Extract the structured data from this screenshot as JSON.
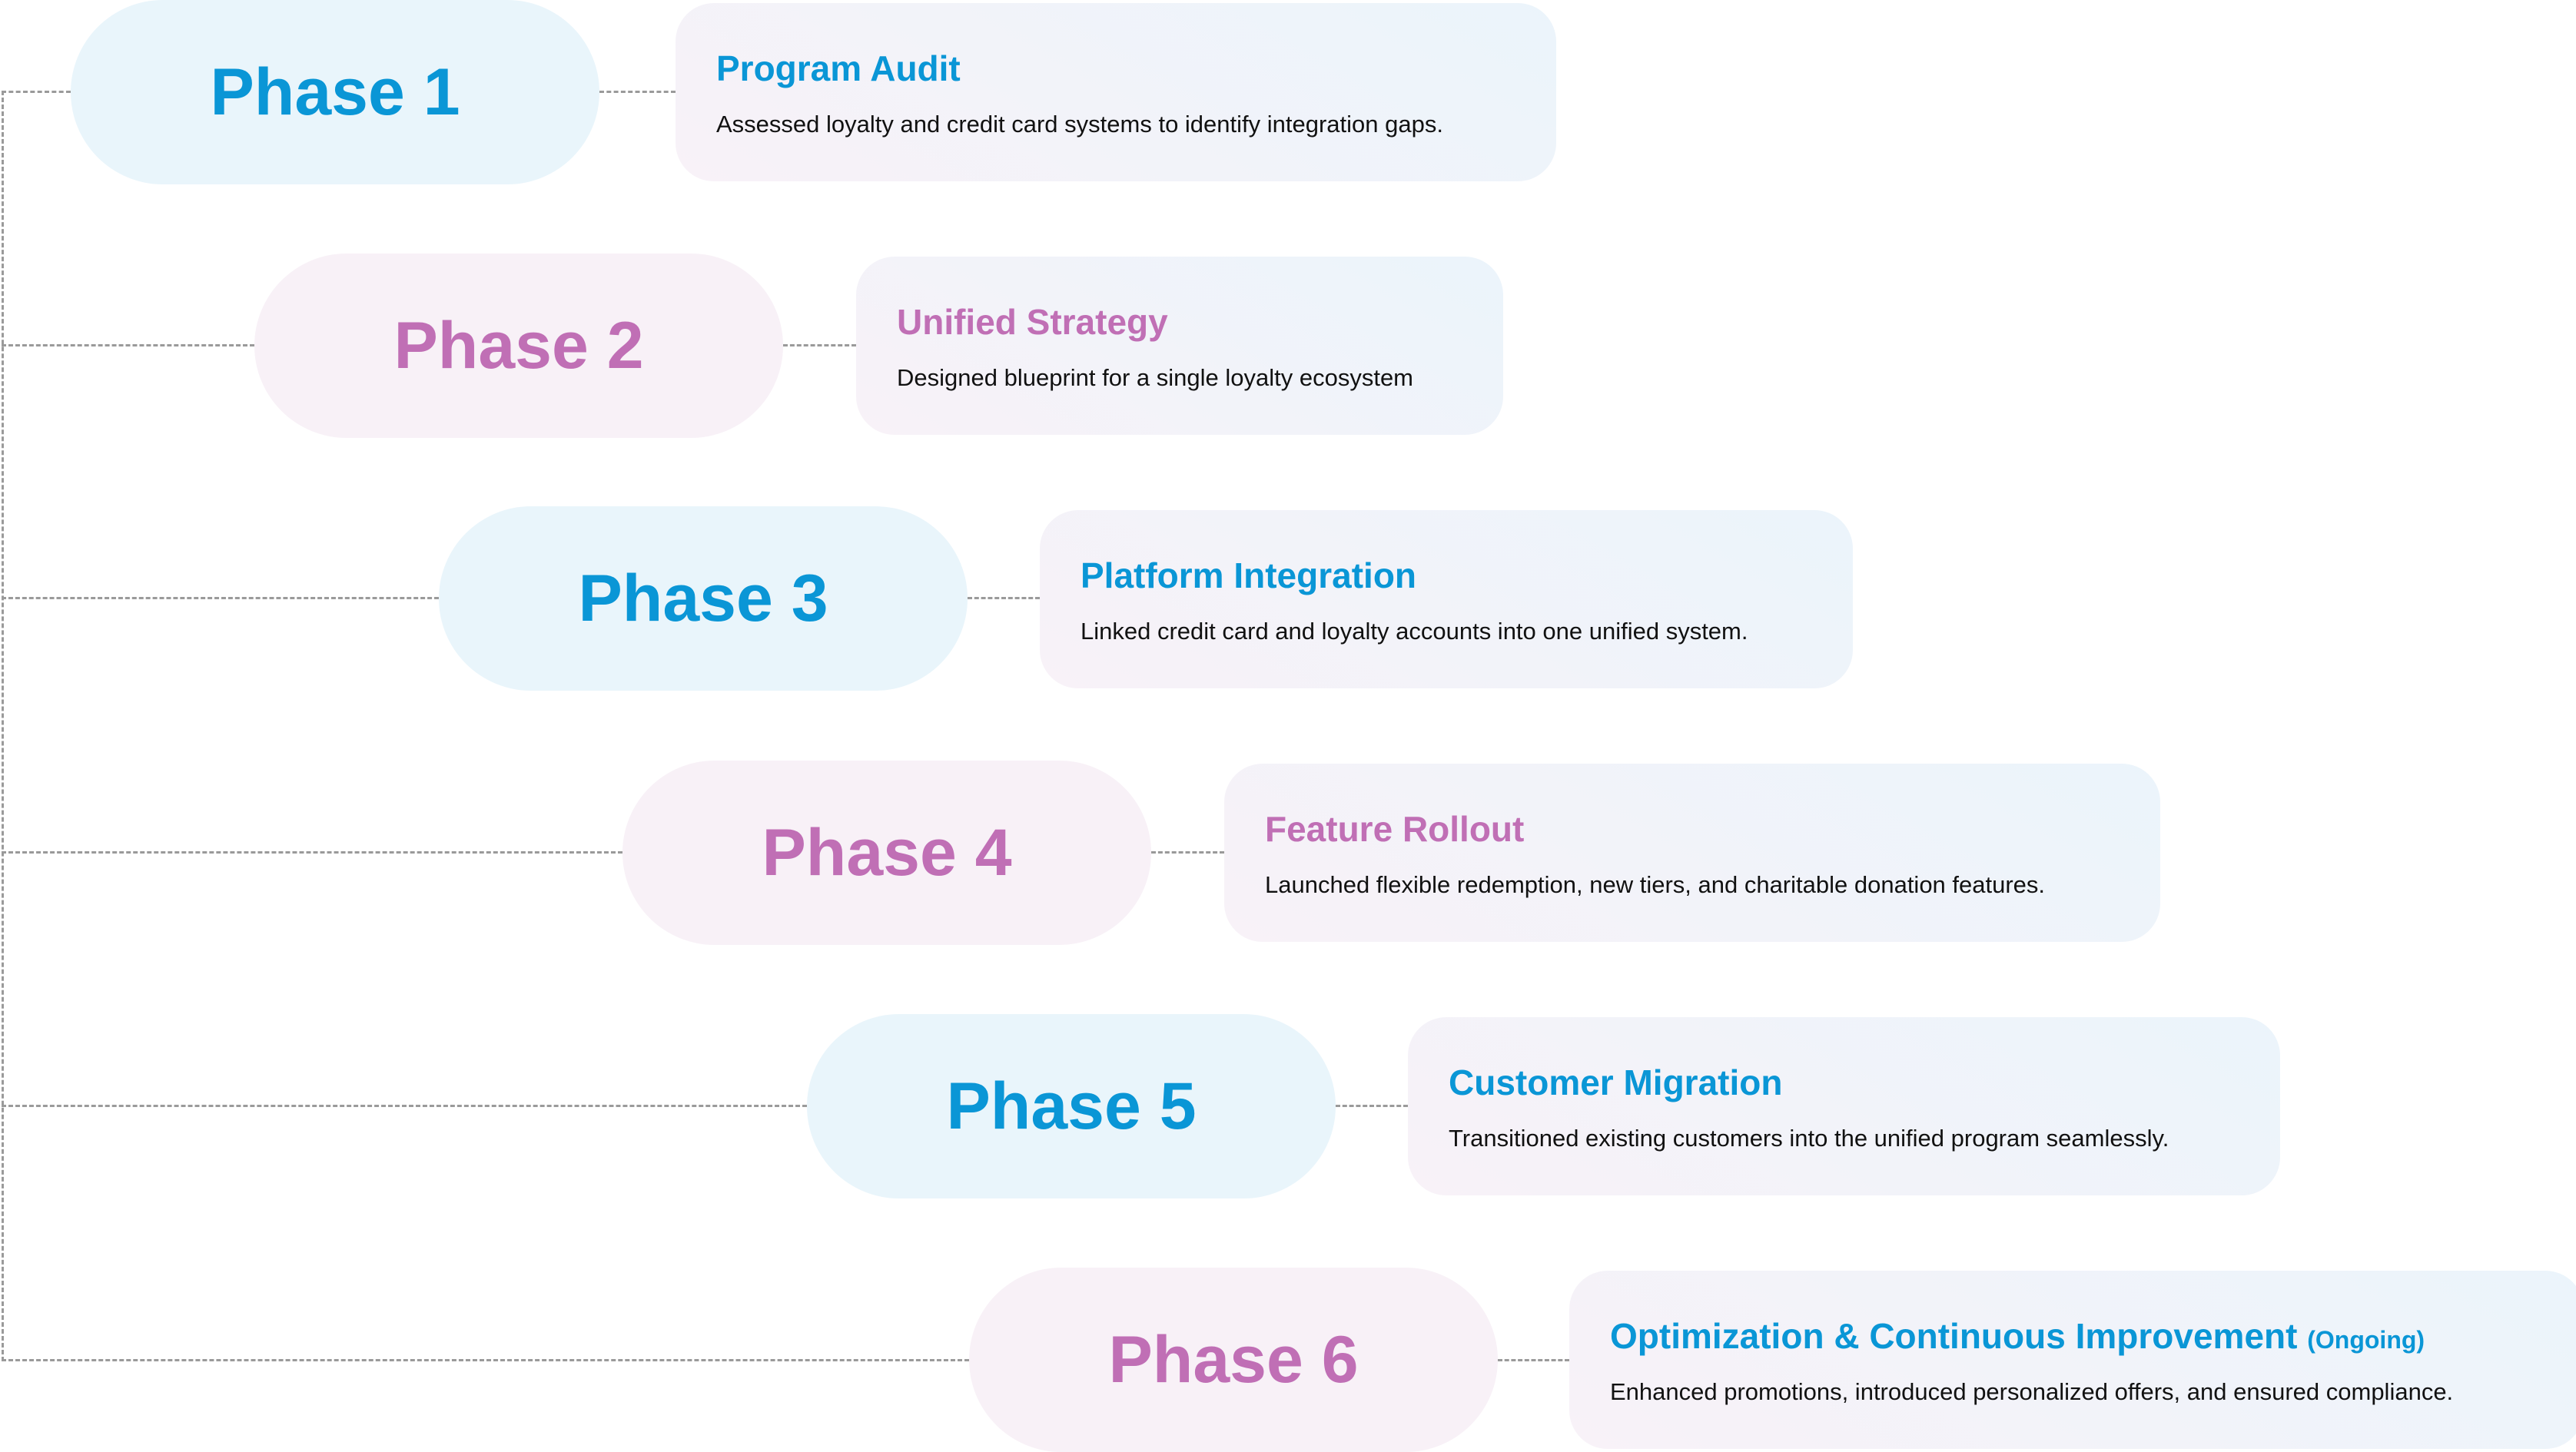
{
  "phases": [
    {
      "label": "Phase 1",
      "title": "Program Audit",
      "description": "Assessed loyalty and credit card systems to identify integration gaps.",
      "color": "#0a96d6"
    },
    {
      "label": "Phase 2",
      "title": "Unified Strategy",
      "description": "Designed blueprint for a single loyalty ecosystem",
      "color": "#c06fb5"
    },
    {
      "label": "Phase 3",
      "title": "Platform Integration",
      "description": "Linked credit card and loyalty accounts into one unified system.",
      "color": "#0a96d6"
    },
    {
      "label": "Phase 4",
      "title": "Feature Rollout",
      "description": "Launched flexible redemption, new tiers, and charitable donation features.",
      "color": "#c06fb5"
    },
    {
      "label": "Phase 5",
      "title": "Customer Migration",
      "description": "Transitioned existing customers into the unified program seamlessly.",
      "color": "#0a96d6"
    },
    {
      "label": "Phase 6",
      "title": "Optimization & Continuous Improvement",
      "title_tag": "(Ongoing)",
      "description": "Enhanced promotions, introduced personalized offers, and ensured compliance.",
      "color": "#c06fb5"
    }
  ]
}
